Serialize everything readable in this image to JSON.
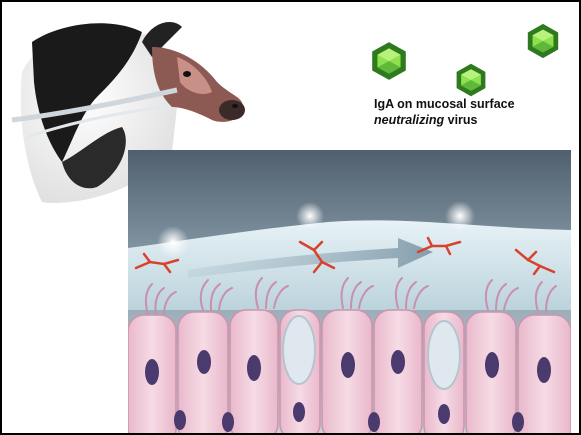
{
  "caption": {
    "line1": "IgA on mucosal surface",
    "line2_italic": "neutralizing",
    "line2_rest": " virus"
  },
  "icons": {
    "cow": "cow-illustration",
    "virus": "virus-icon",
    "antibody": "iga-antibody-icon",
    "arrow": "flow-arrow"
  },
  "colors": {
    "virus_light": "#8ee04f",
    "virus_dark": "#2f7a1f",
    "antibody": "#d8422c",
    "mucus": "#d7e9ef",
    "cell": "#f1cfdc",
    "nucleus": "#4b3a6e"
  }
}
